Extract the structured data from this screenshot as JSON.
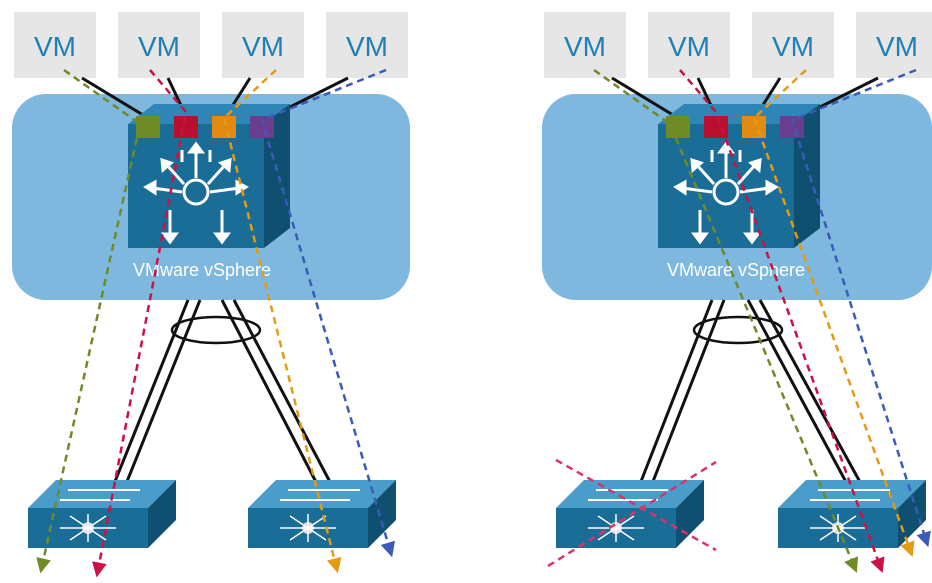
{
  "colors": {
    "vm_box": "#e6e6e6",
    "vm_text": "#1f7fb6",
    "host_cloud": "#7fb8de",
    "switch_face": "#1a6d96",
    "switch_side": "#0f4f70",
    "port_green": "#6e8b28",
    "port_red": "#b8102e",
    "port_orange": "#e38a12",
    "port_purple": "#6a3d8f",
    "flow_green": "#6e8b28",
    "flow_red": "#cc1144",
    "flow_orange": "#e39b12",
    "flow_blue": "#3b5bb8",
    "failure_mark": "#d9336c"
  },
  "diagrams": [
    {
      "vm_labels": [
        "VM",
        "VM",
        "VM",
        "VM"
      ],
      "host_label": "VMware vSphere",
      "uplink_failed": false
    },
    {
      "vm_labels": [
        "VM",
        "VM",
        "VM",
        "VM"
      ],
      "host_label": "VMware vSphere",
      "uplink_failed": true
    }
  ],
  "icons": {
    "virtual_switch": "distributed-virtual-switch-icon",
    "physical_switch": "layer-2-switch-icon",
    "port_channel": "link-bundle-ellipse",
    "failure": "cross-out-icon"
  }
}
